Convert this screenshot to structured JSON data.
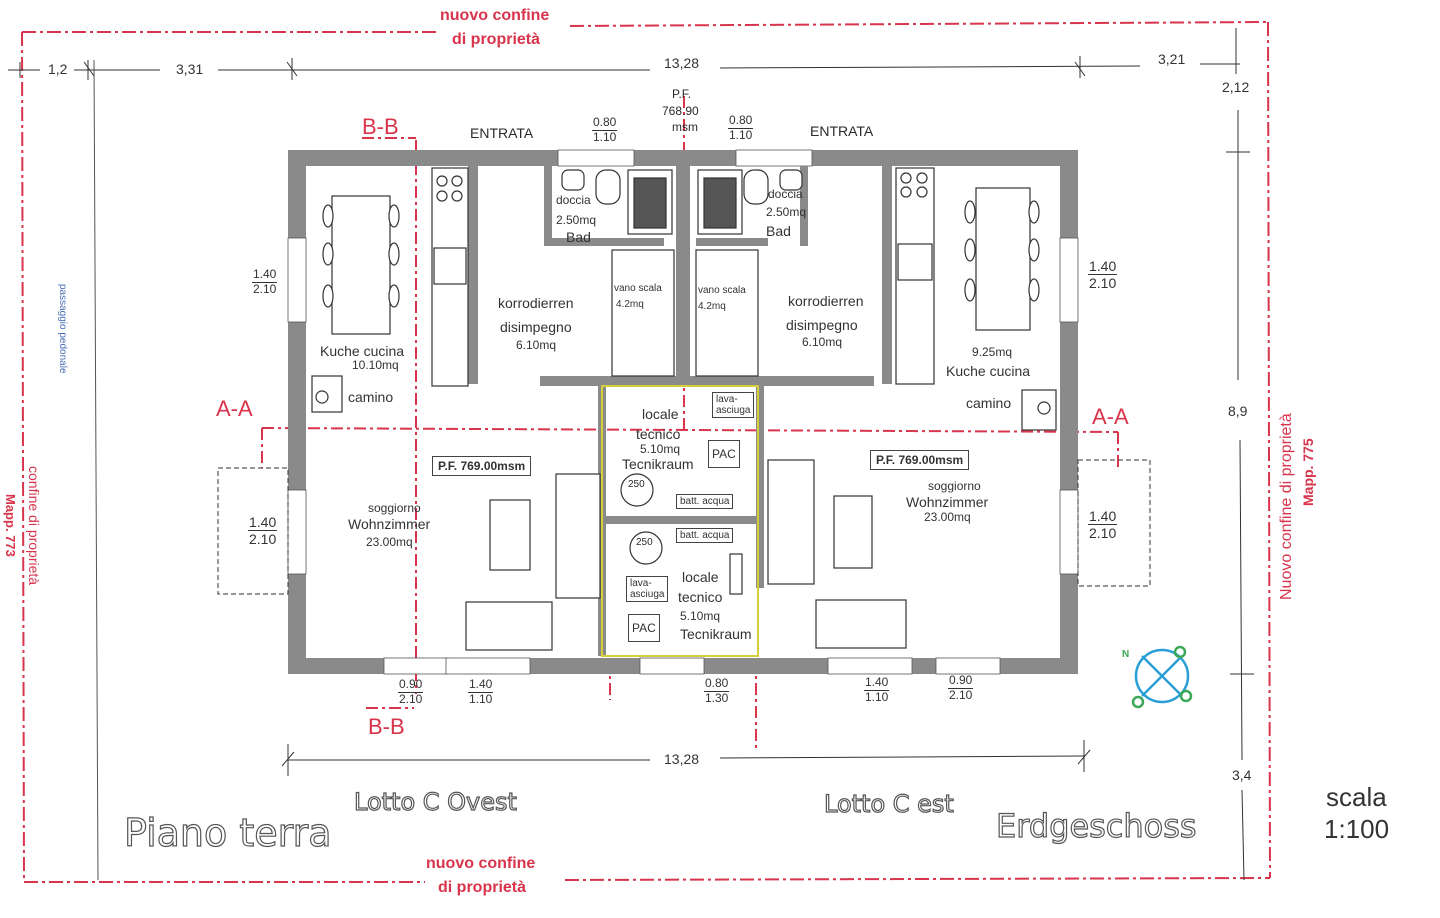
{
  "property": {
    "top_line1": "nuovo confine",
    "top_line2": "di proprietà",
    "bottom_line1": "nuovo confine",
    "bottom_line2": "di proprietà",
    "right_line1": "Nuovo confine di proprietà",
    "right_line2": "Mapp. 775",
    "left_line1": "confine di proprietà",
    "left_line2": "Mapp. 773",
    "path": "passaggio pedonale"
  },
  "dims": {
    "top": [
      "1,2",
      "3,31",
      "13,28",
      "3,21"
    ],
    "bottom": "13,28",
    "right": [
      "2,12",
      "8,9",
      "3,4"
    ]
  },
  "entrances": {
    "west": "ENTRATA",
    "east": "ENTRATA",
    "level_line1": "P.F.",
    "level_line2": "768.90",
    "level_line3": "msm"
  },
  "openings": {
    "door_w_top": "0.80",
    "door_w_bot": "1.10",
    "door_e_top": "0.80",
    "door_e_bot": "1.10",
    "win_lk_top": "1.40",
    "win_lk_bot": "2.10",
    "win_ls_top": "1.40",
    "win_ls_bot": "2.10",
    "win_rk_top": "1.40",
    "win_rk_bot": "2.10",
    "win_rs_top": "1.40",
    "win_rs_bot": "2.10",
    "b1_top": "0.90",
    "b1_bot": "2.10",
    "b2_top": "1.40",
    "b2_bot": "1.10",
    "b3_top": "0.80",
    "b3_bot": "1.30",
    "b4_top": "1.40",
    "b4_bot": "1.10",
    "b5_top": "0.90",
    "b5_bot": "2.10"
  },
  "sections": {
    "bb": "B-B",
    "aa": "A-A"
  },
  "rooms": {
    "w_kitchen": "Kuche cucina",
    "w_kitchen_area": "10.10mq",
    "w_camino": "camino",
    "w_shower": "doccia",
    "w_bath_area": "2.50mq",
    "w_bath": "Bad",
    "w_corr_de": "korrodierren",
    "w_corr_it": "disimpegno",
    "w_corr_area": "6.10mq",
    "w_stair": "vano scala",
    "w_stair_area": "4.2mq",
    "w_living_level": "P.F. 769.00msm",
    "w_living_it": "soggiorno",
    "w_living_de": "Wohnzimmer",
    "w_living_area": "23.00mq",
    "e_kitchen": "Kuche cucina",
    "e_kitchen_area": "9.25mq",
    "e_camino": "camino",
    "e_shower": "doccia",
    "e_bath_area": "2.50mq",
    "e_bath": "Bad",
    "e_corr_de": "korrodierren",
    "e_corr_it": "disimpegno",
    "e_corr_area": "6.10mq",
    "e_stair": "vano scala",
    "e_stair_area": "4.2mq",
    "e_living_level": "P.F. 769.00msm",
    "e_living_it": "soggiorno",
    "e_living_de": "Wohnzimmer",
    "e_living_area": "23.00mq",
    "t1_it": "locale",
    "t1_it2": "tecnico",
    "t1_area": "5.10mq",
    "t1_de": "Tecnikraum",
    "t1_lava1": "lava-",
    "t1_lava2": "asciuga",
    "t1_pac": "PAC",
    "t1_tank": "250",
    "t1_batt": "batt. acqua",
    "t2_it": "locale",
    "t2_it2": "tecnico",
    "t2_area": "5.10mq",
    "t2_de": "Tecnikraum",
    "t2_lava1": "lava-",
    "t2_lava2": "asciuga",
    "t2_pac": "PAC",
    "t2_tank": "250",
    "t2_batt": "batt. acqua"
  },
  "titles": {
    "lot_west": "Lotto C Ovest",
    "lot_east": "Lotto C est",
    "floor_it": "Piano terra",
    "floor_de": "Erdgeschoss",
    "scale_word": "scala",
    "scale_value": "1:100"
  },
  "compass": {
    "north": "N"
  },
  "colors": {
    "property_line": "#d8344b",
    "wall": "#8a8a8a",
    "tech_room": "#d6cf3a",
    "compass": "#2a9fd6",
    "path_text": "#4a6fb5"
  }
}
